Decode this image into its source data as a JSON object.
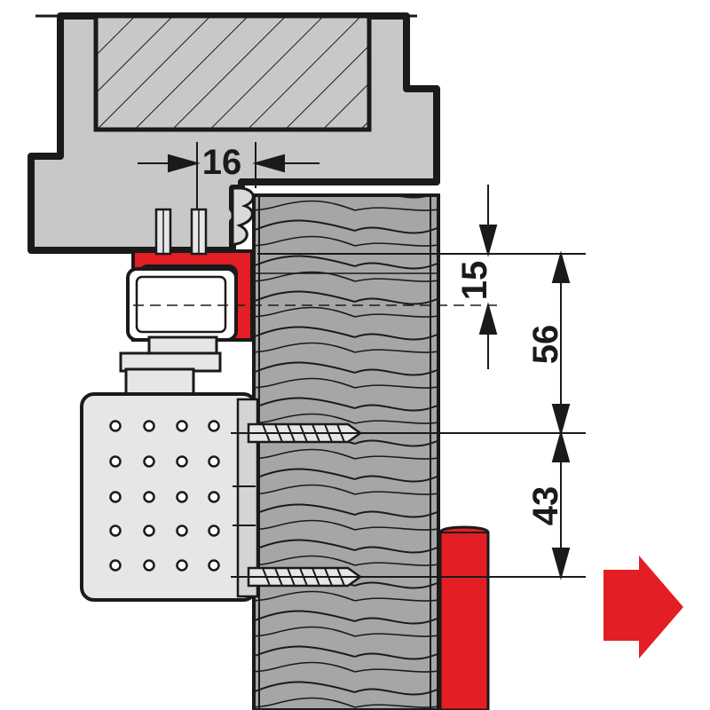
{
  "diagram": {
    "dimensions": {
      "top_offset": "16",
      "vertical_offset": "15",
      "height_upper": "56",
      "height_lower": "43"
    },
    "colors": {
      "frame_fill": "#c8c8c8",
      "outline": "#1a1a1a",
      "door_wood": "#a6a6a6",
      "accent_red": "#e31e24",
      "body_fill": "#e6e6e6"
    },
    "icons": {
      "direction": "arrow-right-icon"
    }
  }
}
